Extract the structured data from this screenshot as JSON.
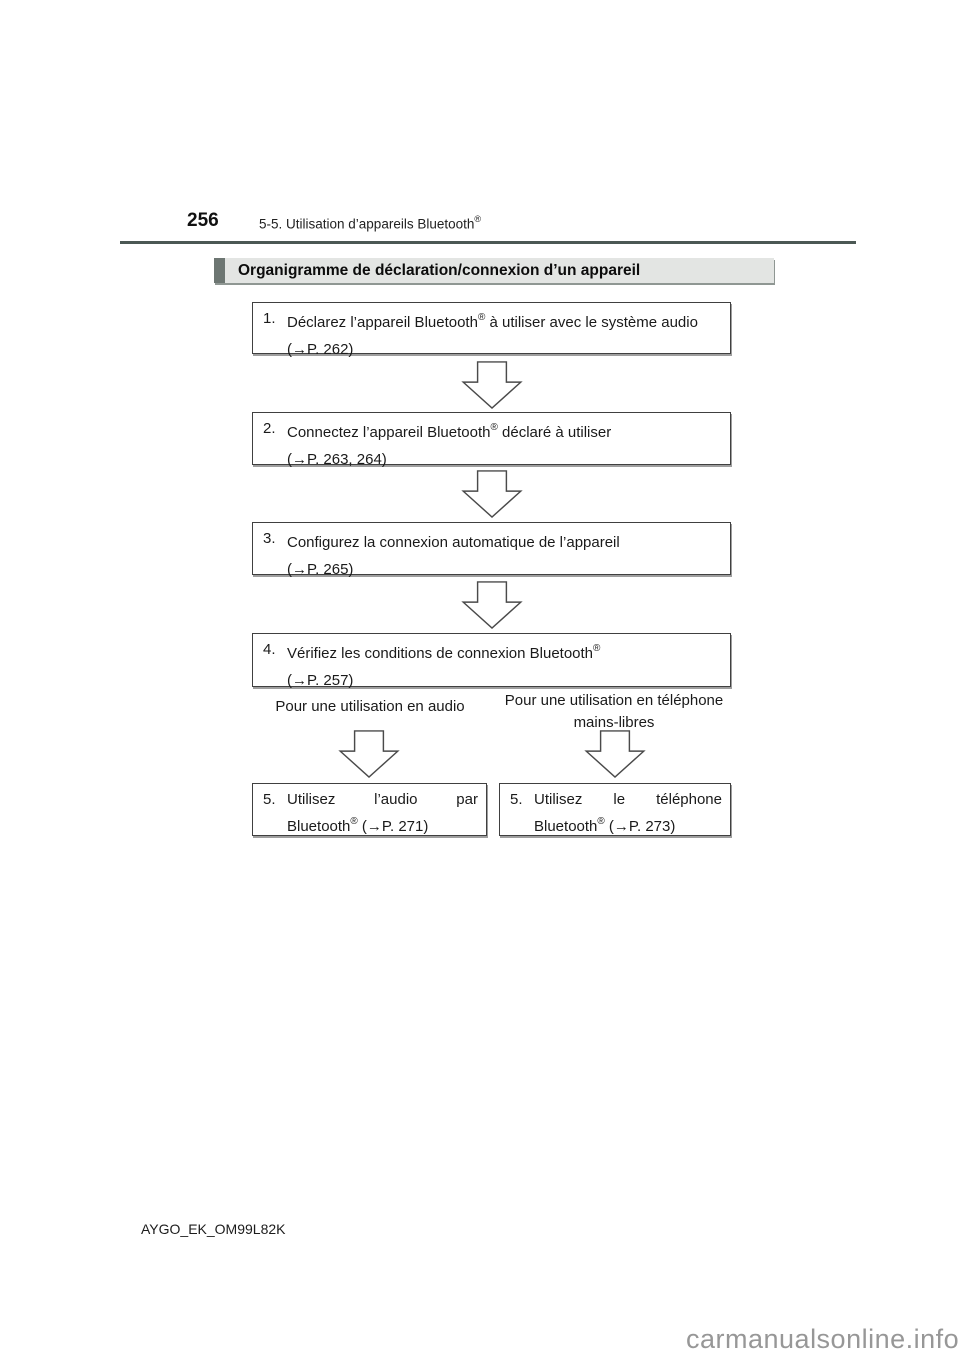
{
  "page": {
    "number": "256",
    "chapter_pre": "5-5. Utilisation d’appareils Bluetooth",
    "chapter_sup": "®",
    "footer_code": "AYGO_EK_OM99L82K",
    "watermark": "carmanualsonline.info"
  },
  "section": {
    "title": "Organigramme de déclaration/connexion d’un appareil"
  },
  "flow": {
    "steps": [
      {
        "num": "1.",
        "l1_pre": "Déclarez l’appareil Bluetooth",
        "l1_sup": "®",
        "l1_post": " à utiliser avec le système audio",
        "l2_pre": "(→P. 262)",
        "l2_sup": "",
        "l2_post": ""
      },
      {
        "num": "2.",
        "l1_pre": "Connectez l’appareil Bluetooth",
        "l1_sup": "®",
        "l1_post": " déclaré à utiliser",
        "l2_pre": "(→P. 263, 264)",
        "l2_sup": "",
        "l2_post": ""
      },
      {
        "num": "3.",
        "l1_pre": "Configurez la connexion automatique de l’appareil",
        "l1_sup": "",
        "l1_post": "",
        "l2_pre": "(→P. 265)",
        "l2_sup": "",
        "l2_post": ""
      },
      {
        "num": "4.",
        "l1_pre": "Vérifiez les conditions de connexion Bluetooth",
        "l1_sup": "®",
        "l1_post": "",
        "l2_pre": "(→P. 257)",
        "l2_sup": "",
        "l2_post": ""
      },
      {
        "num": "5.",
        "l1_pre": "Utilisez l’audio par",
        "l1_sup": "",
        "l1_post": "",
        "l2_pre": "Bluetooth",
        "l2_sup": "®",
        "l2_post": " (→P. 271)"
      },
      {
        "num": "5.",
        "l1_pre": "Utilisez le téléphone",
        "l1_sup": "",
        "l1_post": "",
        "l2_pre": "Bluetooth",
        "l2_sup": "®",
        "l2_post": " (→P. 273)"
      }
    ],
    "branch_labels": {
      "audio": "Pour une utilisation en audio",
      "phone_line1": "Pour une utilisation en téléphone",
      "phone_line2": "mains-libres"
    },
    "arrow_icon": "hollow-down-arrow"
  },
  "colors": {
    "divider": "#4b5854",
    "section_bar_bg": "#e3e5e3",
    "section_bar_accent": "#6d7672",
    "box_border": "#404040",
    "box_shadow": "#9e9e9e",
    "watermark": "#979797"
  }
}
